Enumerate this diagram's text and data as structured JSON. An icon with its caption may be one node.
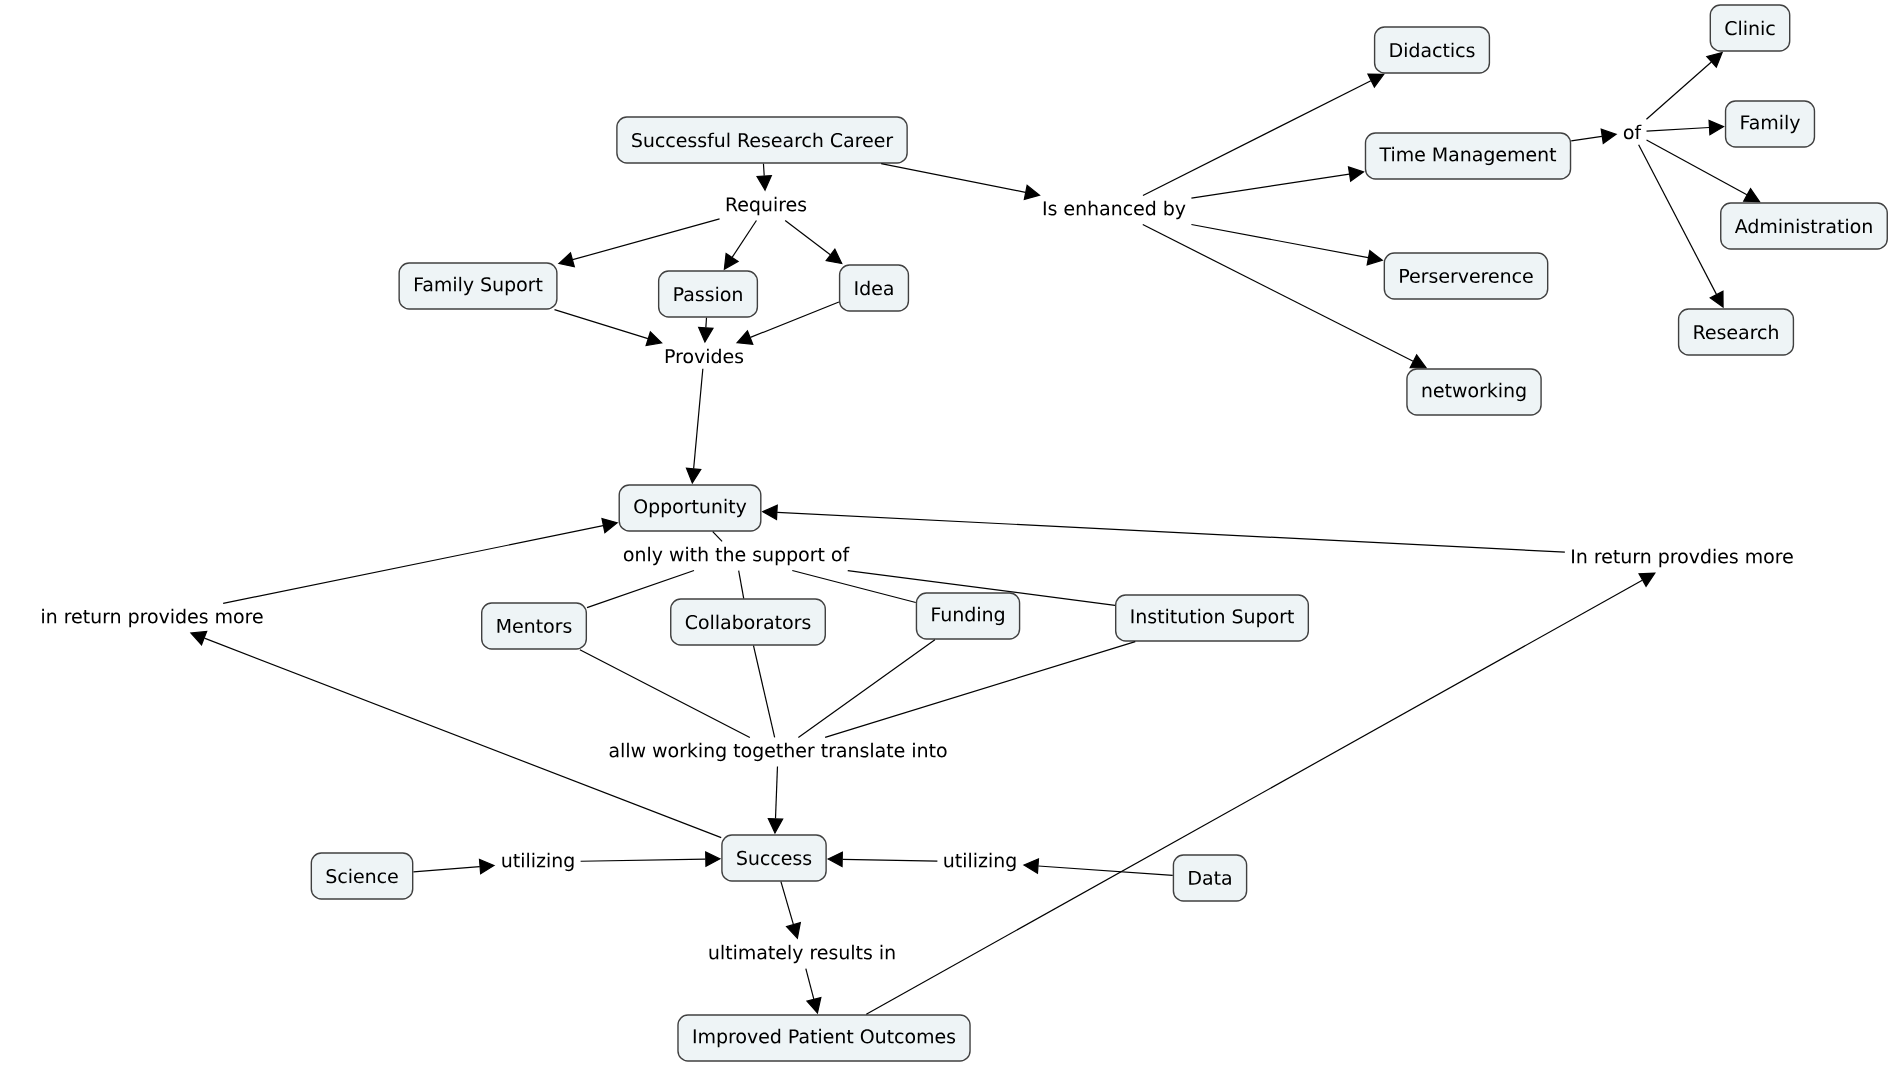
{
  "diagram": {
    "nodes": [
      {
        "text": [
          "Successful Research Career"
        ]
      },
      {
        "text": [
          "Requires"
        ]
      },
      {
        "text": [
          "Family Suport"
        ]
      },
      {
        "text": [
          "Passion"
        ]
      },
      {
        "text": [
          "Idea"
        ]
      },
      {
        "text": [
          "Provides"
        ]
      },
      {
        "text": [
          "Is enhanced by"
        ]
      },
      {
        "text": [
          "Didactics"
        ]
      },
      {
        "text": [
          "Time Management"
        ]
      },
      {
        "text": [
          "Perserverence"
        ]
      },
      {
        "text": [
          "networking"
        ]
      },
      {
        "text": [
          "of"
        ]
      },
      {
        "text": [
          "Clinic"
        ]
      },
      {
        "text": [
          "Family"
        ]
      },
      {
        "text": [
          "Administration"
        ]
      },
      {
        "text": [
          "Research"
        ]
      },
      {
        "text": [
          "Opportunity"
        ]
      },
      {
        "text": [
          "only with the support of"
        ]
      },
      {
        "text": [
          "Mentors"
        ]
      },
      {
        "text": [
          "Collaborators"
        ]
      },
      {
        "text": [
          "Funding"
        ]
      },
      {
        "text": [
          "Institution Suport"
        ]
      },
      {
        "text": [
          "in  return provides more"
        ]
      },
      {
        "text": [
          "In return provdies more"
        ]
      },
      {
        "text": [
          "allw working together translate into"
        ]
      },
      {
        "text": [
          "Success"
        ]
      },
      {
        "text": [
          "Science"
        ]
      },
      {
        "text": [
          "utilizing"
        ]
      },
      {
        "text": [
          "utilizing"
        ]
      },
      {
        "text": [
          "Data"
        ]
      },
      {
        "text": [
          "ultimately results in"
        ]
      },
      {
        "text": [
          "Improved Patient Outcomes"
        ]
      }
    ],
    "edges": [
      {
        "from": 0,
        "to": 1,
        "arrow": "to"
      },
      {
        "from": 1,
        "to": 2,
        "arrow": "to"
      },
      {
        "from": 1,
        "to": 3,
        "arrow": "to"
      },
      {
        "from": 1,
        "to": 4,
        "arrow": "to"
      },
      {
        "from": 2,
        "to": 5,
        "arrow": "to"
      },
      {
        "from": 3,
        "to": 5,
        "arrow": "to"
      },
      {
        "from": 4,
        "to": 5,
        "arrow": "to"
      },
      {
        "from": 5,
        "to": 16,
        "arrow": "to"
      },
      {
        "from": 0,
        "to": 6,
        "arrow": "to"
      },
      {
        "from": 6,
        "to": 7,
        "arrow": "to"
      },
      {
        "from": 6,
        "to": 8,
        "arrow": "to"
      },
      {
        "from": 6,
        "to": 9,
        "arrow": "to"
      },
      {
        "from": 6,
        "to": 10,
        "arrow": "to"
      },
      {
        "from": 8,
        "to": 11,
        "arrow": "to"
      },
      {
        "from": 11,
        "to": 12,
        "arrow": "to"
      },
      {
        "from": 11,
        "to": 13,
        "arrow": "to"
      },
      {
        "from": 11,
        "to": 14,
        "arrow": "to"
      },
      {
        "from": 11,
        "to": 15,
        "arrow": "to"
      },
      {
        "from": 16,
        "to": 17,
        "arrow": "none"
      },
      {
        "from": 17,
        "to": 18,
        "arrow": "none"
      },
      {
        "from": 17,
        "to": 19,
        "arrow": "none"
      },
      {
        "from": 17,
        "to": 20,
        "arrow": "none"
      },
      {
        "from": 17,
        "to": 21,
        "arrow": "none"
      },
      {
        "from": 18,
        "to": 24,
        "arrow": "none"
      },
      {
        "from": 19,
        "to": 24,
        "arrow": "none"
      },
      {
        "from": 20,
        "to": 24,
        "arrow": "none"
      },
      {
        "from": 21,
        "to": 24,
        "arrow": "none"
      },
      {
        "from": 24,
        "to": 25,
        "arrow": "to"
      },
      {
        "from": 25,
        "to": 22,
        "arrow": "to"
      },
      {
        "from": 22,
        "to": 16,
        "arrow": "to"
      },
      {
        "from": 31,
        "to": 23,
        "arrow": "to"
      },
      {
        "from": 23,
        "to": 16,
        "arrow": "to"
      },
      {
        "from": 26,
        "to": 27,
        "arrow": "to"
      },
      {
        "from": 27,
        "to": 25,
        "arrow": "to"
      },
      {
        "from": 29,
        "to": 28,
        "arrow": "to"
      },
      {
        "from": 28,
        "to": 25,
        "arrow": "to"
      },
      {
        "from": 25,
        "to": 30,
        "arrow": "to"
      },
      {
        "from": 30,
        "to": 31,
        "arrow": "to"
      }
    ]
  }
}
